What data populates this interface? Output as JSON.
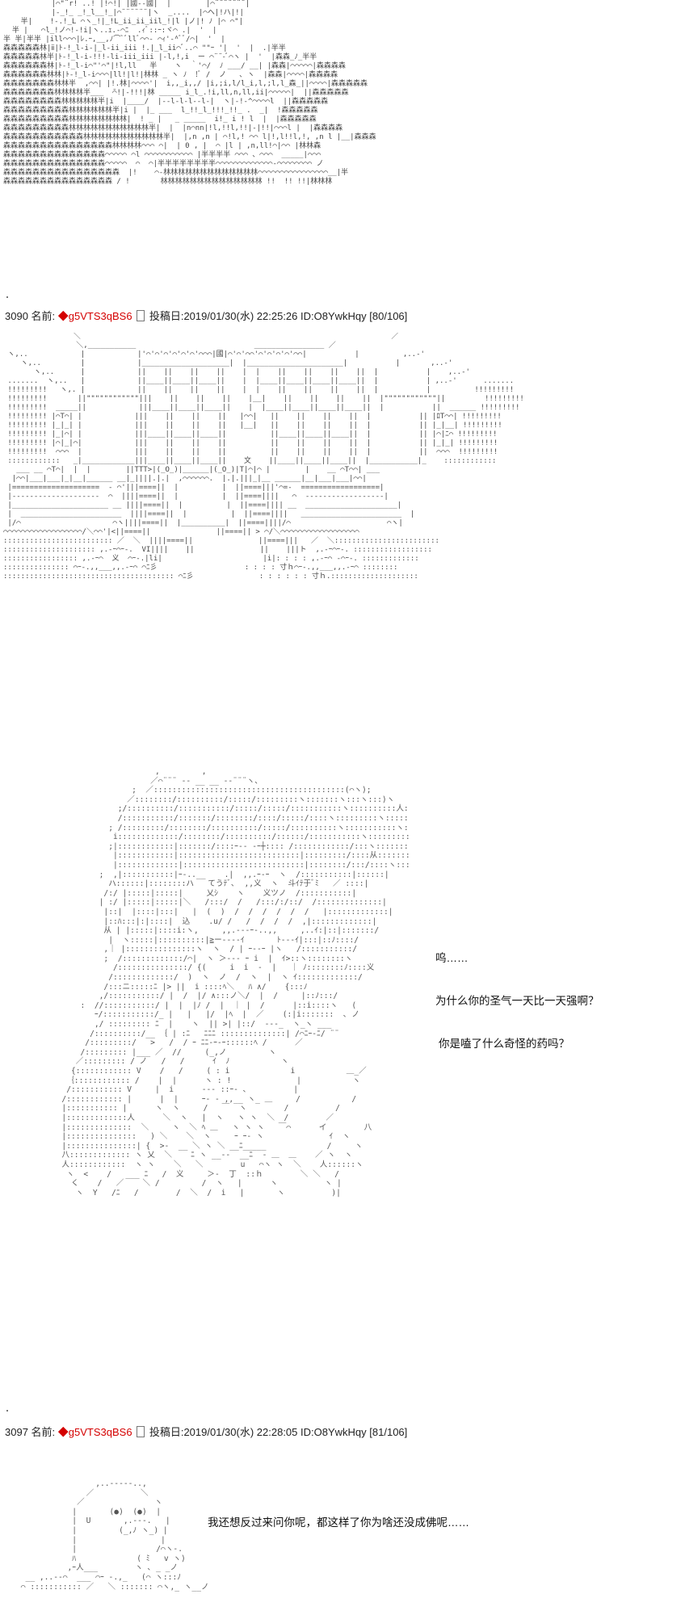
{
  "posts": [
    {
      "number": "3090",
      "name_label": "名前:",
      "tripcode": "◆g5VTS3qBS6",
      "date_label": "投稿日:",
      "datetime": "2019/01/30(水) 22:25:26",
      "id": "ID:O8YwkHqy",
      "count": "[80/106]"
    },
    {
      "number": "3097",
      "name_label": "名前:",
      "tripcode": "◆g5VTS3qBS6",
      "date_label": "投稿日:",
      "datetime": "2019/01/30(水) 22:28:05",
      "id": "ID:O8YwkHqy",
      "count": "[81/106]"
    }
  ],
  "dialogue": {
    "line1": "呜……",
    "line2": "为什么你的圣气一天比一天强啊？",
    "line3": "你是嗑了什么奇怪的药吗？",
    "line4": "我还想反过来问你呢，都这样了你为啥还没成佛呢……"
  },
  "art": {
    "forest": "",
    "building": "",
    "girl": "",
    "creature": ""
  }
}
